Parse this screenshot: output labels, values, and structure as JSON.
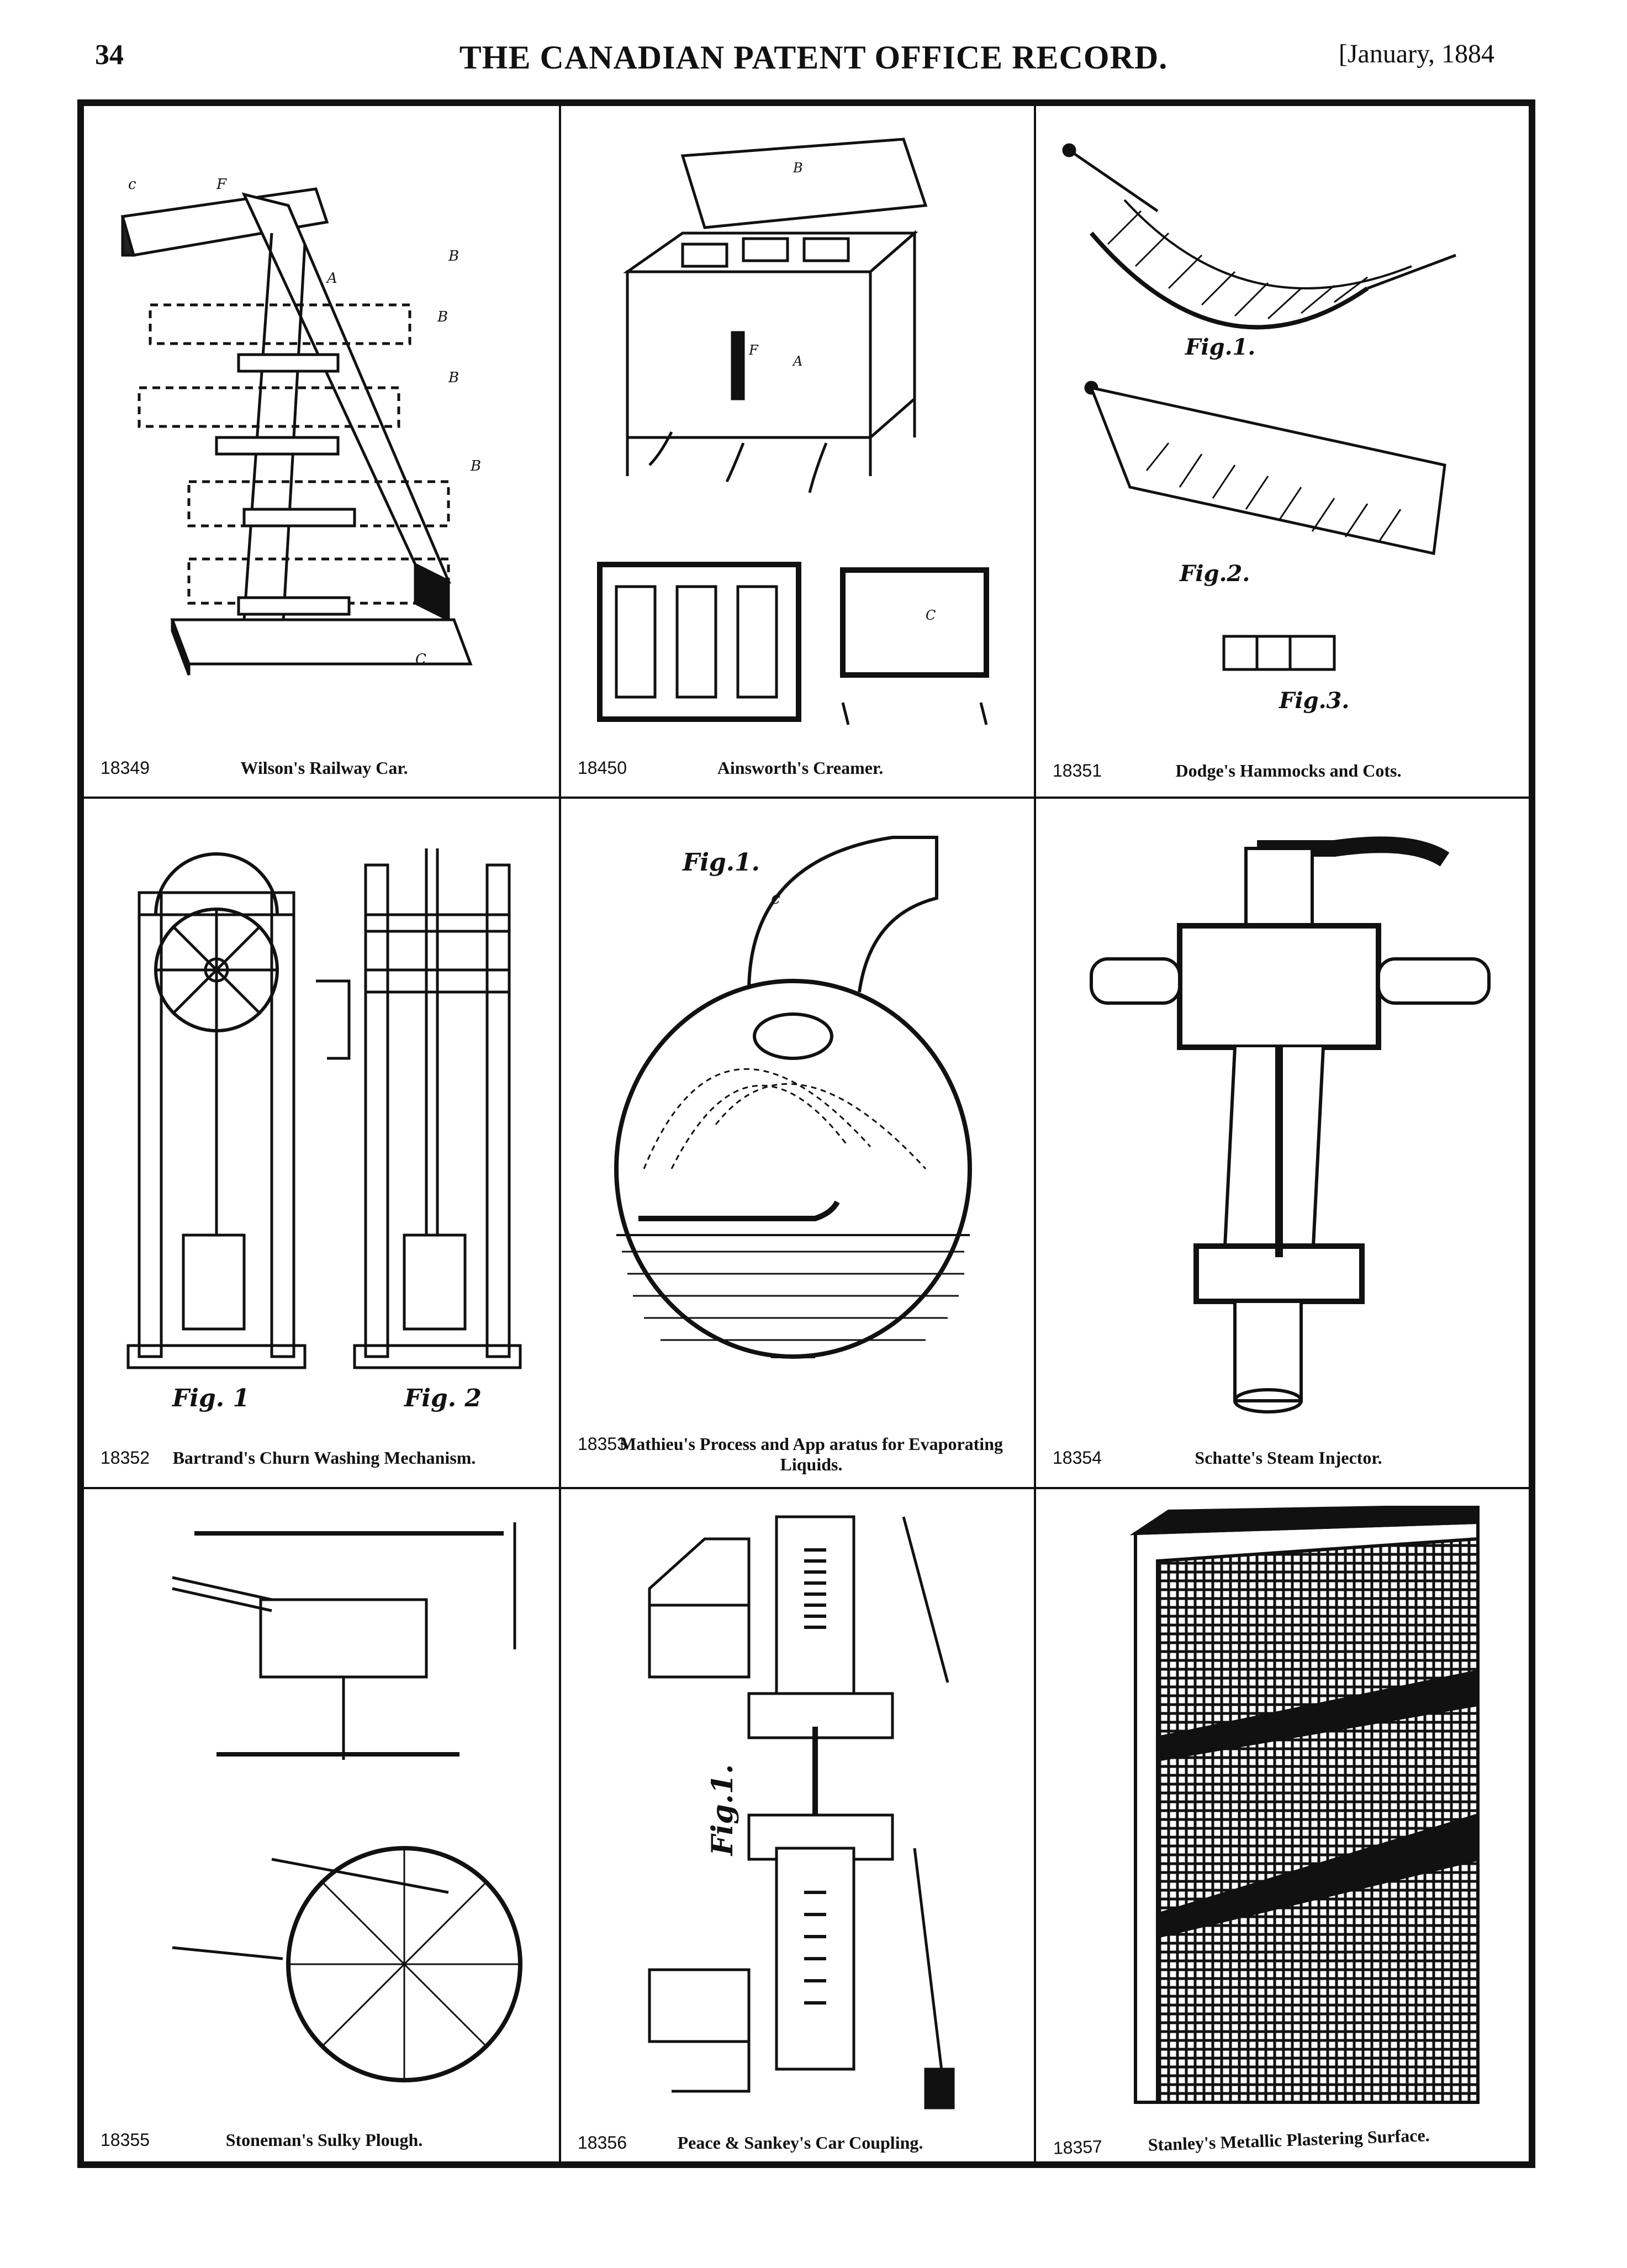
{
  "header": {
    "page_number": "34",
    "title": "THE CANADIAN PATENT OFFICE RECORD.",
    "date": "[January, 1884"
  },
  "patents": [
    {
      "number": "18349",
      "title": "Wilson's Railway Car."
    },
    {
      "number": "18450",
      "title": "Ainsworth's Creamer."
    },
    {
      "number": "18351",
      "title": "Dodge's Hammocks and Cots."
    },
    {
      "number": "18352",
      "title": "Bartrand's Churn Washing Mechanism."
    },
    {
      "number": "18353",
      "title": "Mathieu's Process and App aratus for Evaporating Liquids."
    },
    {
      "number": "18354",
      "title": "Schatte's Steam Injector."
    },
    {
      "number": "18355",
      "title": "Stoneman's Sulky Plough."
    },
    {
      "number": "18356",
      "title": "Peace & Sankey's Car Coupling."
    },
    {
      "number": "18357",
      "title": "Stanley's Metallic Plastering Surface."
    }
  ],
  "figure_labels": {
    "churn_fig1": "Fig. 1",
    "churn_fig2": "Fig. 2",
    "evap_fig1": "Fig.1.",
    "coupling_fig1": "Fig.1.",
    "hammock_fig1": "Fig.1.",
    "hammock_fig2": "Fig.2.",
    "hammock_fig3": "Fig.3."
  }
}
